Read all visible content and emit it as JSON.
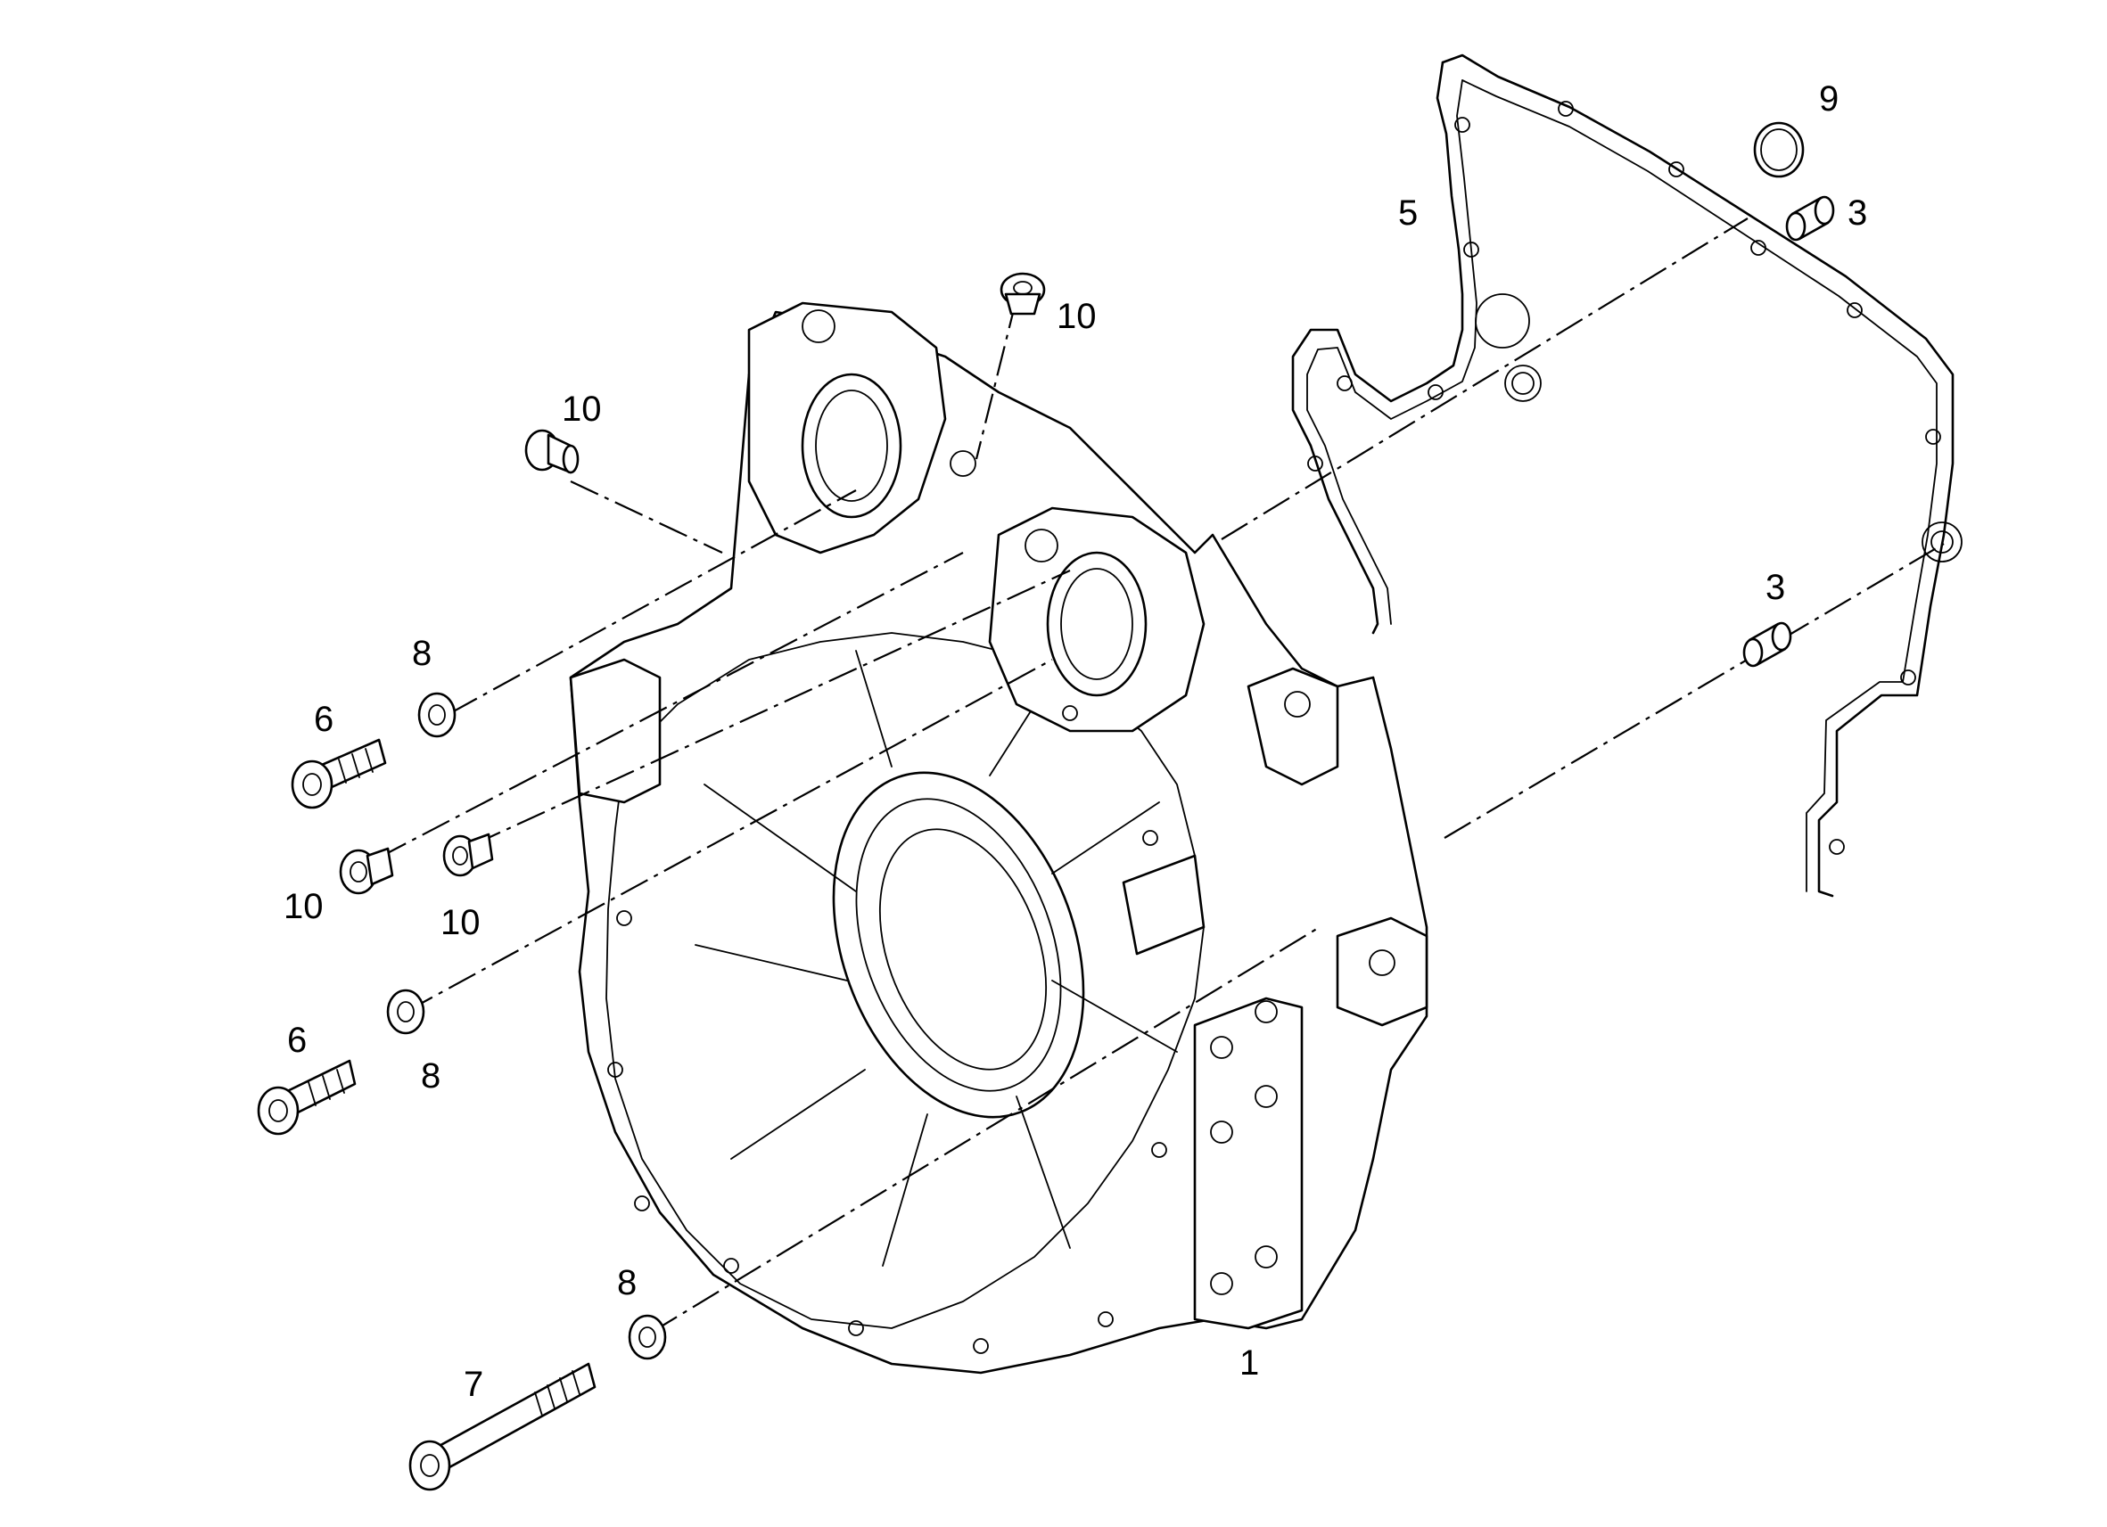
{
  "callouts": {
    "c1": "1",
    "c3a": "3",
    "c3b": "3",
    "c5": "5",
    "c6a": "6",
    "c6b": "6",
    "c7": "7",
    "c8a": "8",
    "c8b": "8",
    "c8c": "8",
    "c9": "9",
    "c10a": "10",
    "c10b": "10",
    "c10c": "10",
    "c10d": "10"
  }
}
